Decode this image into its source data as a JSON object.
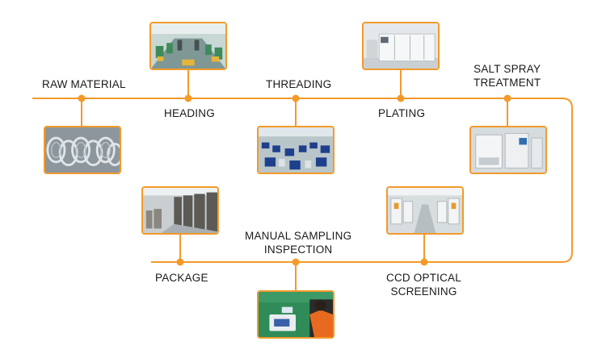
{
  "accent_color": "#f39a2a",
  "steps": [
    {
      "id": "raw-material",
      "label": "RAW MATERIAL",
      "image": "wire-coils-photo"
    },
    {
      "id": "heading",
      "label": "HEADING",
      "image": "heading-machines-photo"
    },
    {
      "id": "threading",
      "label": "THREADING",
      "image": "threading-machines-photo"
    },
    {
      "id": "plating",
      "label": "PLATING",
      "image": "plating-machine-photo"
    },
    {
      "id": "salt-spray",
      "label_line1": "SALT SPRAY",
      "label_line2": "TREATMENT",
      "image": "salt-spray-chamber-photo"
    },
    {
      "id": "ccd",
      "label_line1": "CCD OPTICAL",
      "label_line2": "SCREENING",
      "image": "ccd-screening-photo"
    },
    {
      "id": "manual",
      "label_line1": "MANUAL SAMPLING",
      "label_line2": "INSPECTION",
      "image": "manual-inspection-photo"
    },
    {
      "id": "package",
      "label": "PACKAGE",
      "image": "package-warehouse-photo"
    }
  ]
}
